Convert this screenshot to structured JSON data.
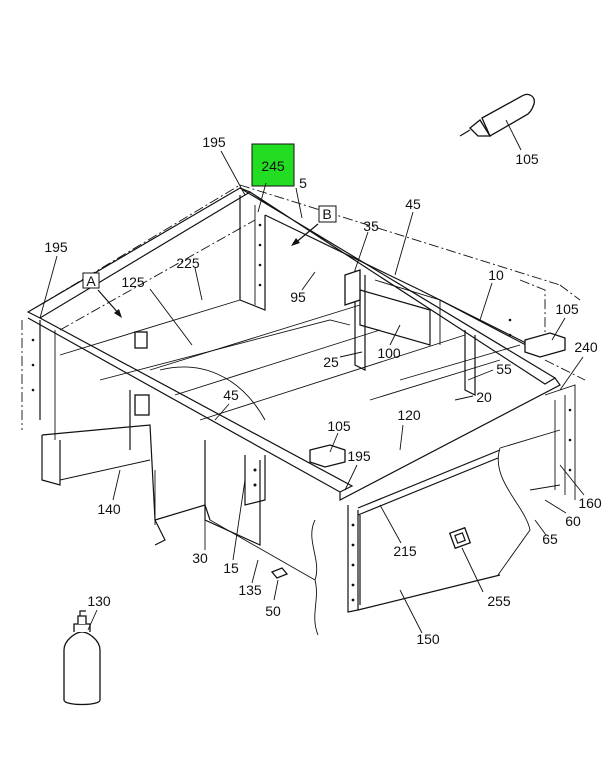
{
  "highlight": {
    "label": "245",
    "color": "#22dd22"
  },
  "view_markers": {
    "a": "A",
    "b": "B"
  },
  "callouts": {
    "c195_top": "195",
    "c5": "5",
    "c105_cartridge": "105",
    "c195_left": "195",
    "c225": "225",
    "c125": "125",
    "c35": "35",
    "c45_top": "45",
    "c95": "95",
    "c10": "10",
    "c105_right": "105",
    "c240": "240",
    "c25": "25",
    "c100": "100",
    "c55": "55",
    "c20": "20",
    "c45_mid": "45",
    "c120": "120",
    "c105_mid": "105",
    "c195_mid": "195",
    "c160": "160",
    "c60": "60",
    "c65": "65",
    "c140": "140",
    "c215": "215",
    "c30": "30",
    "c15": "15",
    "c135": "135",
    "c50": "50",
    "c255": "255",
    "c130": "130",
    "c150": "150"
  }
}
